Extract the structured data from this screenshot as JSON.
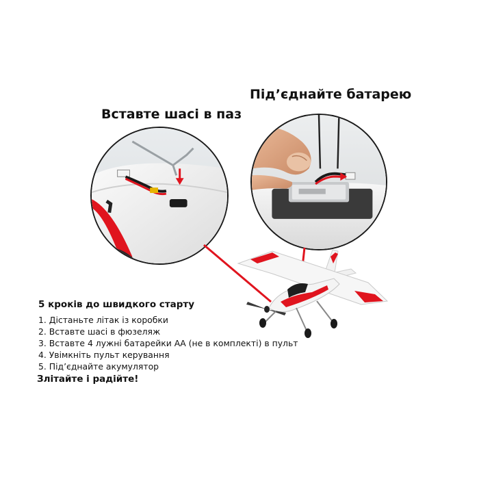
{
  "headlines": {
    "left": "Вставте шасі в паз",
    "right": "Під’єднайте батарею"
  },
  "steps": {
    "heading": "5 кроків до швидкого старту",
    "items": [
      "1. Дістаньте літак із коробки",
      "2. Вставте шасі в фюзеляж",
      "3. Вставте 4 лужні батарейки АА (не в комплекті) в пульт",
      "4. Увімкніть пульт керування",
      "5. Під’єднайте акумулятор"
    ],
    "closing": "Злітайте і радійте!"
  },
  "colors": {
    "accent_red": "#e0141e",
    "foam_white": "#f2f2f2",
    "outline": "#1a1a1a"
  },
  "icons": {
    "left_photo": "landing-gear-slot-photo",
    "right_photo": "battery-connection-photo",
    "plane": "rc-airplane-illustration",
    "arrow": "red-arrow-icon"
  }
}
